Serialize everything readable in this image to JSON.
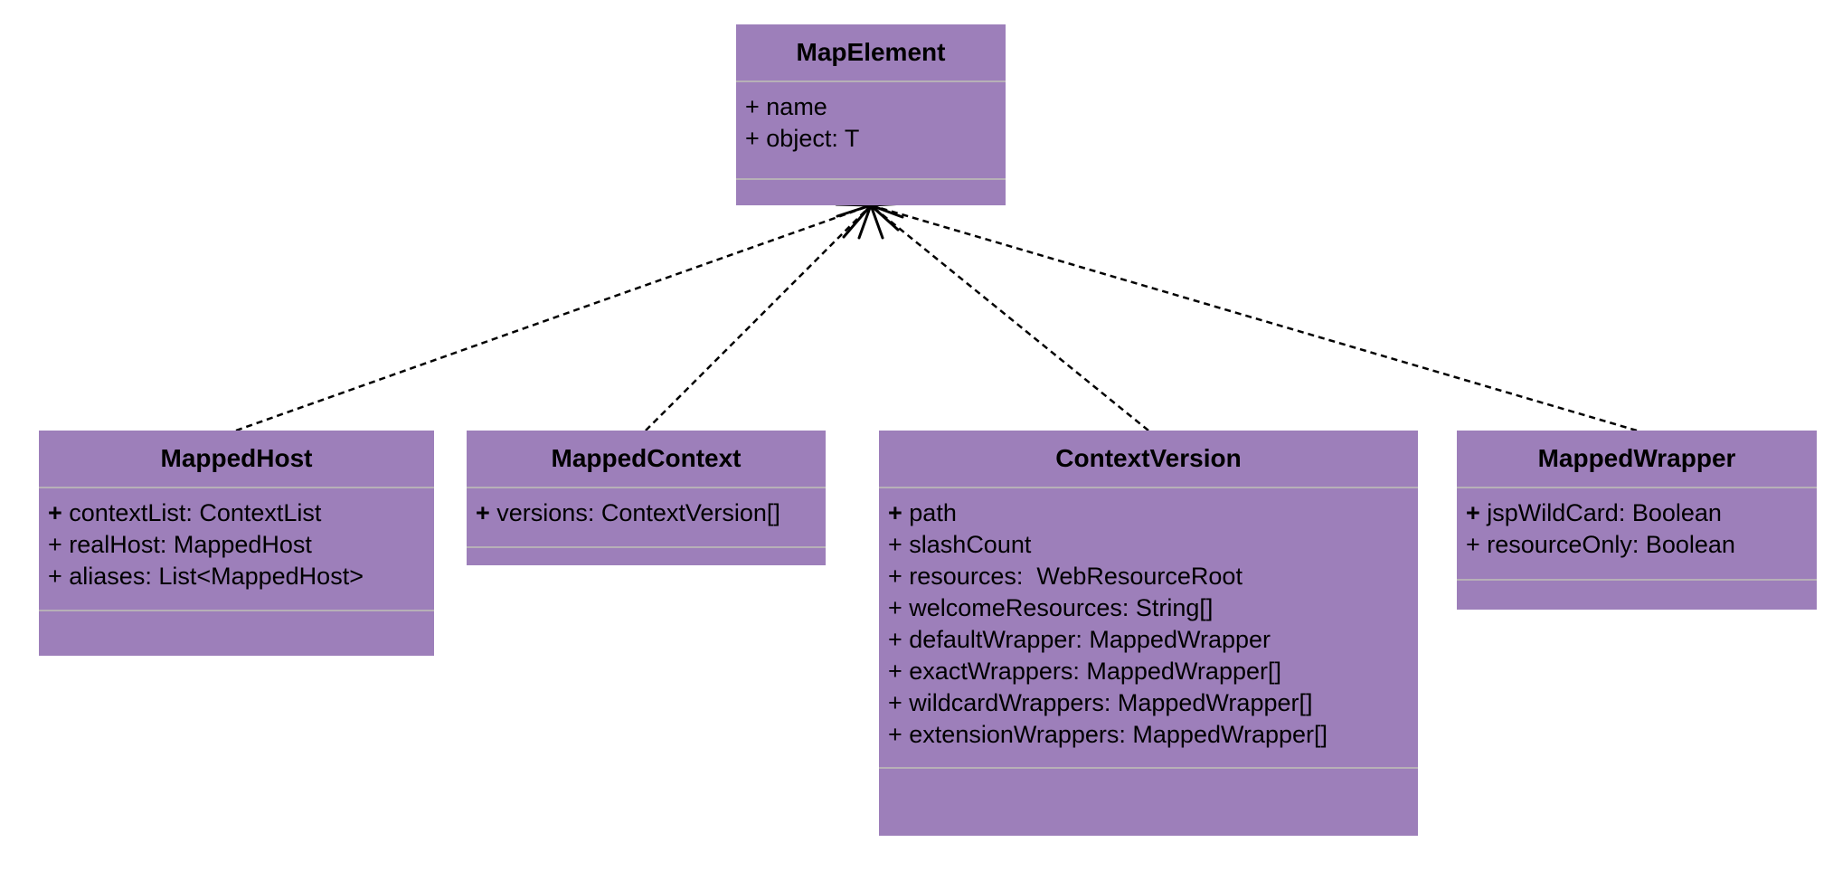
{
  "colors": {
    "class_fill": "#9d7fba",
    "separator": "#b7b0b7",
    "line": "#000000"
  },
  "classes": {
    "map_element": {
      "name": "MapElement",
      "attributes": [
        {
          "vis": "+",
          "text": " name"
        },
        {
          "vis": "+",
          "text": " object: T"
        }
      ]
    },
    "mapped_host": {
      "name": "MappedHost",
      "attributes": [
        {
          "vis": "+",
          "text": " contextList: ContextList"
        },
        {
          "vis": "+",
          "text": " realHost: MappedHost"
        },
        {
          "vis": "+",
          "text": " aliases: List<MappedHost>"
        }
      ]
    },
    "mapped_context": {
      "name": "MappedContext",
      "attributes": [
        {
          "vis": "+",
          "text": " versions: ContextVersion[]"
        }
      ]
    },
    "context_version": {
      "name": "ContextVersion",
      "attributes": [
        {
          "vis": "+",
          "text": " path"
        },
        {
          "vis": "+",
          "text": " slashCount"
        },
        {
          "vis": "+",
          "text": " resources:  WebResourceRoot"
        },
        {
          "vis": "+",
          "text": " welcomeResources: String[]"
        },
        {
          "vis": "+",
          "text": " defaultWrapper: MappedWrapper"
        },
        {
          "vis": "+",
          "text": " exactWrappers: MappedWrapper[]"
        },
        {
          "vis": "+",
          "text": " wildcardWrappers: MappedWrapper[]"
        },
        {
          "vis": "+",
          "text": " extensionWrappers: MappedWrapper[]"
        }
      ]
    },
    "mapped_wrapper": {
      "name": "MappedWrapper",
      "attributes": [
        {
          "vis": "+",
          "text": " jspWildCard: Boolean"
        },
        {
          "vis": "+",
          "text": " resourceOnly: Boolean"
        }
      ]
    }
  },
  "relationships": [
    {
      "from": "MappedHost",
      "to": "MapElement",
      "type": "realization"
    },
    {
      "from": "MappedContext",
      "to": "MapElement",
      "type": "realization"
    },
    {
      "from": "ContextVersion",
      "to": "MapElement",
      "type": "realization"
    },
    {
      "from": "MappedWrapper",
      "to": "MapElement",
      "type": "realization"
    }
  ]
}
